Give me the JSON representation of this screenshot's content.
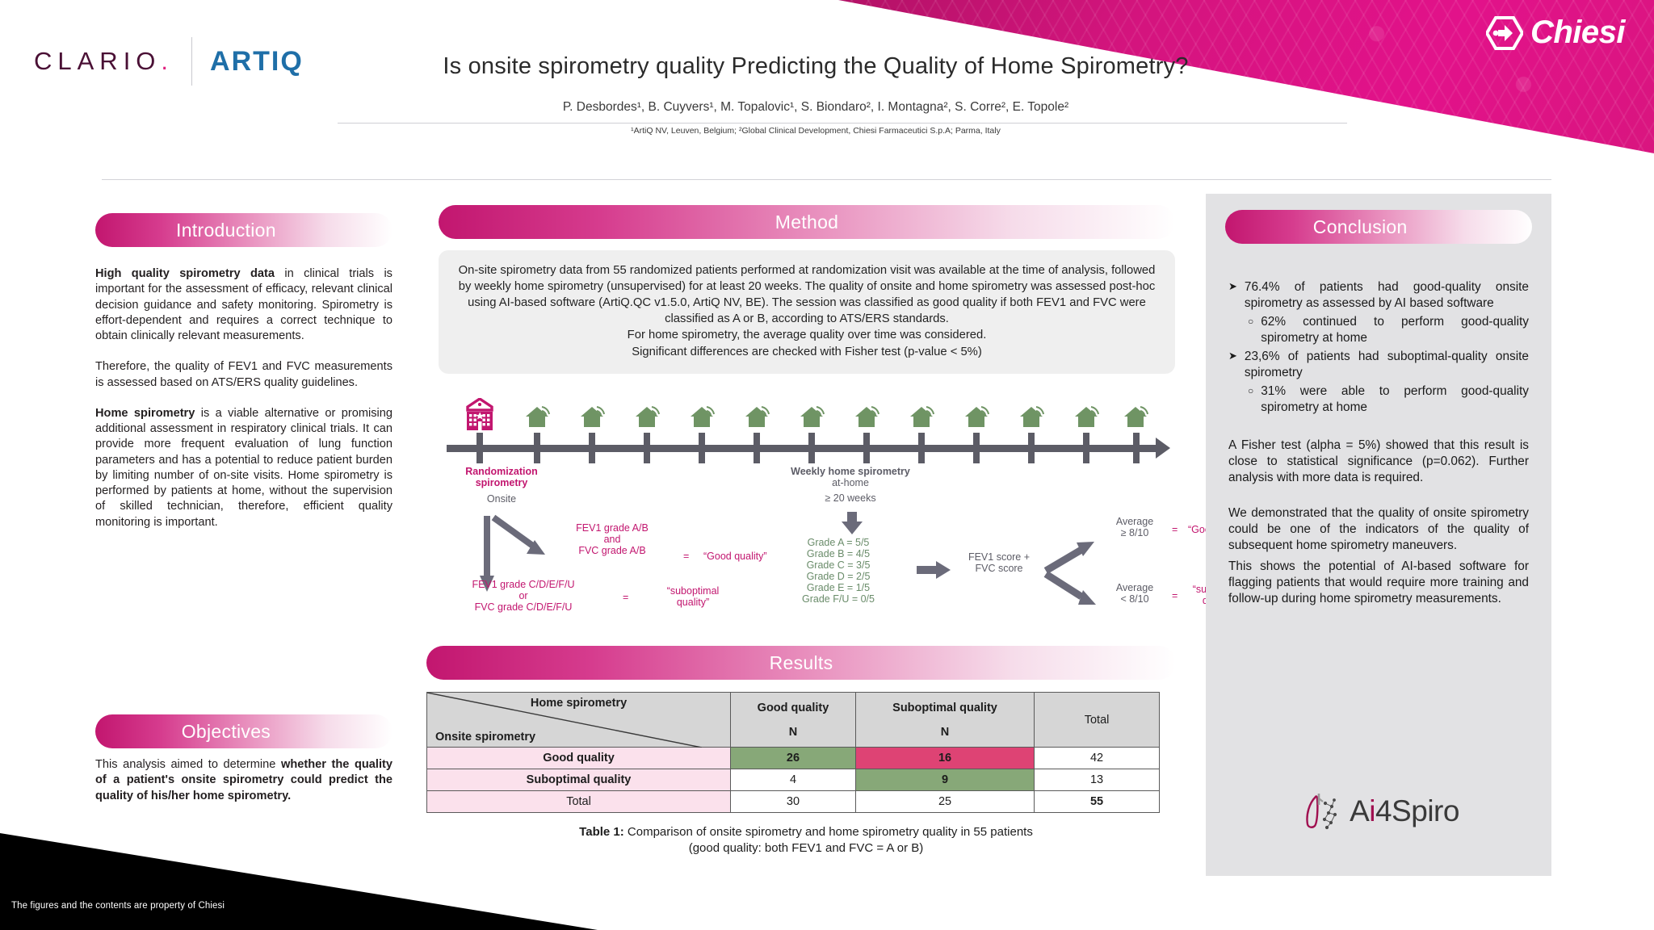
{
  "brand": {
    "clario": "CLARIO",
    "clario_dot": ".",
    "artiq": "ARTIQ",
    "chiesi": "Chiesi",
    "ai4spiro_a": "A",
    "ai4spiro_i": "i",
    "ai4spiro_rest": "4Spiro"
  },
  "header": {
    "title": "Is onsite spirometry quality Predicting the Quality of Home Spirometry?",
    "authors": "P. Desbordes¹, B. Cuyvers¹, M. Topalovic¹, S. Biondaro², I. Montagna², S. Corre², E. Topole²",
    "affiliations": "¹ArtiQ NV, Leuven, Belgium; ²Global Clinical Development, Chiesi Farmaceutici S.p.A; Parma, Italy"
  },
  "footer": {
    "note": "The figures and the contents are property of Chiesi"
  },
  "introduction": {
    "heading": "Introduction",
    "p1_bold": "High quality spirometry data",
    "p1_rest": " in clinical trials is important for the assessment of efficacy, relevant clinical decision guidance and safety monitoring. Spirometry is effort-dependent and requires a correct technique to obtain clinically relevant measurements.",
    "p2": "Therefore,  the quality of FEV1 and FVC measurements is assessed based on ATS/ERS quality guidelines.",
    "p3_bold": "Home spirometry",
    "p3_rest": " is a viable alternative or promising additional assessment in respiratory clinical trials. It can provide more frequent evaluation of lung function parameters and has a potential to reduce patient burden by limiting number of on-site visits. Home spirometry is performed by patients at home, without the supervision of skilled technician, therefore, efficient quality monitoring is important."
  },
  "objectives": {
    "heading": "Objectives",
    "text_normal": "This analysis aimed to determine ",
    "text_bold": "whether the quality of a patient's onsite spirometry could predict the quality of his/her home spirometry."
  },
  "method": {
    "heading": "Method",
    "paragraph": "On-site spirometry data from 55 randomized patients performed at randomization visit was available at the time of analysis, followed by weekly home spirometry (unsupervised) for at least 20 weeks. The quality of onsite and home spirometry was assessed post-hoc using AI-based software (ArtiQ.QC v1.5.0, ArtiQ NV, BE). The session was classified as good quality if both FEV1 and FVC were classified as A or B, according to ATS/ERS standards.",
    "line2": "For home spirometry, the average quality over time was considered.",
    "line3": "Significant differences are checked with Fisher test (p-value < 5%)"
  },
  "diagram": {
    "onsite": {
      "title": "Randomization",
      "title2": "spirometry",
      "subtitle": "Onsite",
      "good_cond_l1": "FEV1 grade A/B",
      "good_cond_l2": "and",
      "good_cond_l3": "FVC grade A/B",
      "eq1": "=",
      "good_result": "“Good quality”",
      "sub_cond_l1": "FEV1 grade C/D/E/F/U",
      "sub_cond_l2": "or",
      "sub_cond_l3": "FVC grade C/D/E/F/U",
      "eq2": "=",
      "sub_result_l1": "“suboptimal",
      "sub_result_l2": "quality”"
    },
    "home": {
      "title": "Weekly home spirometry",
      "subtitle": "at-home",
      "duration": "≥ 20 weeks",
      "grades": [
        "Grade A = 5/5",
        "Grade B = 4/5",
        "Grade C = 3/5",
        "Grade D = 2/5",
        "Grade E = 1/5",
        "Grade F/U = 0/5"
      ],
      "score_l1": "FEV1 score +",
      "score_l2": "FVC score",
      "avg_good_l1": "Average",
      "avg_good_l2": "≥ 8/10",
      "eq_good": "=",
      "good_result": "“Good quality”",
      "avg_sub_l1": "Average",
      "avg_sub_l2": "< 8/10",
      "eq_sub": "=",
      "sub_result_l1": "“suboptimal",
      "sub_result_l2": "quality”"
    }
  },
  "results": {
    "heading": "Results",
    "caption_bold": "Table 1:",
    "caption_l1": " Comparison of onsite spirometry and home spirometry quality in 55 patients",
    "caption_l2": "(good quality: both FEV1 and FVC = A or B)"
  },
  "chart_data": {
    "type": "table",
    "title": "Table 1: Comparison of onsite spirometry and home spirometry quality in 55 patients",
    "corner_col_header": "Home spirometry",
    "corner_row_header": "Onsite spirometry",
    "columns": [
      "Good quality",
      "Suboptimal quality",
      "Total"
    ],
    "column_sub": [
      "N",
      "N",
      ""
    ],
    "rows": [
      "Good quality",
      "Suboptimal quality",
      "Total"
    ],
    "values": [
      [
        26,
        16,
        42
      ],
      [
        4,
        9,
        13
      ],
      [
        30,
        25,
        55
      ]
    ],
    "cell_colors": [
      [
        "#87a878",
        "#de4374",
        "#ffffff"
      ],
      [
        "#ffffff",
        "#87a878",
        "#ffffff"
      ],
      [
        "#ffffff",
        "#ffffff",
        "#ffffff"
      ]
    ]
  },
  "conclusion": {
    "heading": "Conclusion",
    "bullets": [
      {
        "level": 1,
        "glyph": "➤",
        "text": "76.4% of patients had good-quality onsite spirometry as assessed by AI based software"
      },
      {
        "level": 2,
        "glyph": "○",
        "text": "62% continued to perform good-quality spirometry at home"
      },
      {
        "level": 1,
        "glyph": "➤",
        "text": "23,6% of patients had suboptimal-quality onsite spirometry"
      },
      {
        "level": 2,
        "glyph": "○",
        "text": "31% were able to perform good-quality spirometry at home"
      }
    ],
    "para1": "A Fisher test (alpha = 5%) showed that this result is close to statistical significance (p=0.062). Further analysis with more data is required.",
    "para2": "We demonstrated that the quality of onsite spirometry could be one of the indicators of the quality of subsequent home spirometry maneuvers.",
    "para3": "This shows the potential of AI-based software for flagging patients that would require more training and follow-up during home spirometry measurements."
  },
  "colors": {
    "brand_pink": "#c2166f",
    "chiesi_magenta": "#d4147e",
    "clario_plum": "#4a1035",
    "artiq_blue": "#1f6fa8",
    "table_green": "#87a878",
    "table_red": "#de4374",
    "panel_gray": "#e2e2e4",
    "timeline_gray": "#5c5c66",
    "house_green": "#6f9464"
  }
}
